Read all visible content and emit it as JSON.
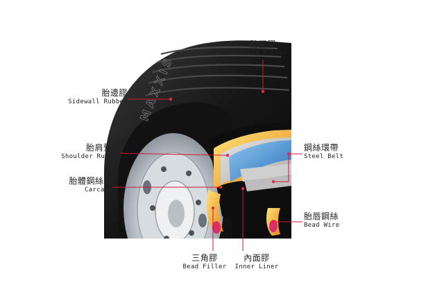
{
  "brand": "MAXXIS",
  "labels": {
    "tread_rubber": {
      "cn": "胎面膠",
      "en": "Tread Rubber"
    },
    "sidewall_rubber": {
      "cn": "胎邊膠",
      "en": "Sidewall Rubber"
    },
    "shoulder_rubber": {
      "cn": "胎肩墊膠",
      "en": "Shoulder Rubber"
    },
    "carcass": {
      "cn": "胎體鋼絲層",
      "en": "Carcass"
    },
    "steel_belt": {
      "cn": "鋼絲環帶",
      "en": "Steel Belt"
    },
    "bead_wire": {
      "cn": "胎唇鋼絲",
      "en": "Bead Wire"
    },
    "bead_filler": {
      "cn": "三角膠",
      "en": "Bead Filler"
    },
    "inner_liner": {
      "cn": "內面膠",
      "en": "Inner Liner"
    }
  },
  "colors": {
    "leader_line": "#d2153c",
    "dot": "#e8264a",
    "tire": "#1c1c1c",
    "steel_belt_blue": "#2e86d8",
    "carcass_orange": "#f2a51a",
    "rim_silver": "#c9cfd6"
  }
}
